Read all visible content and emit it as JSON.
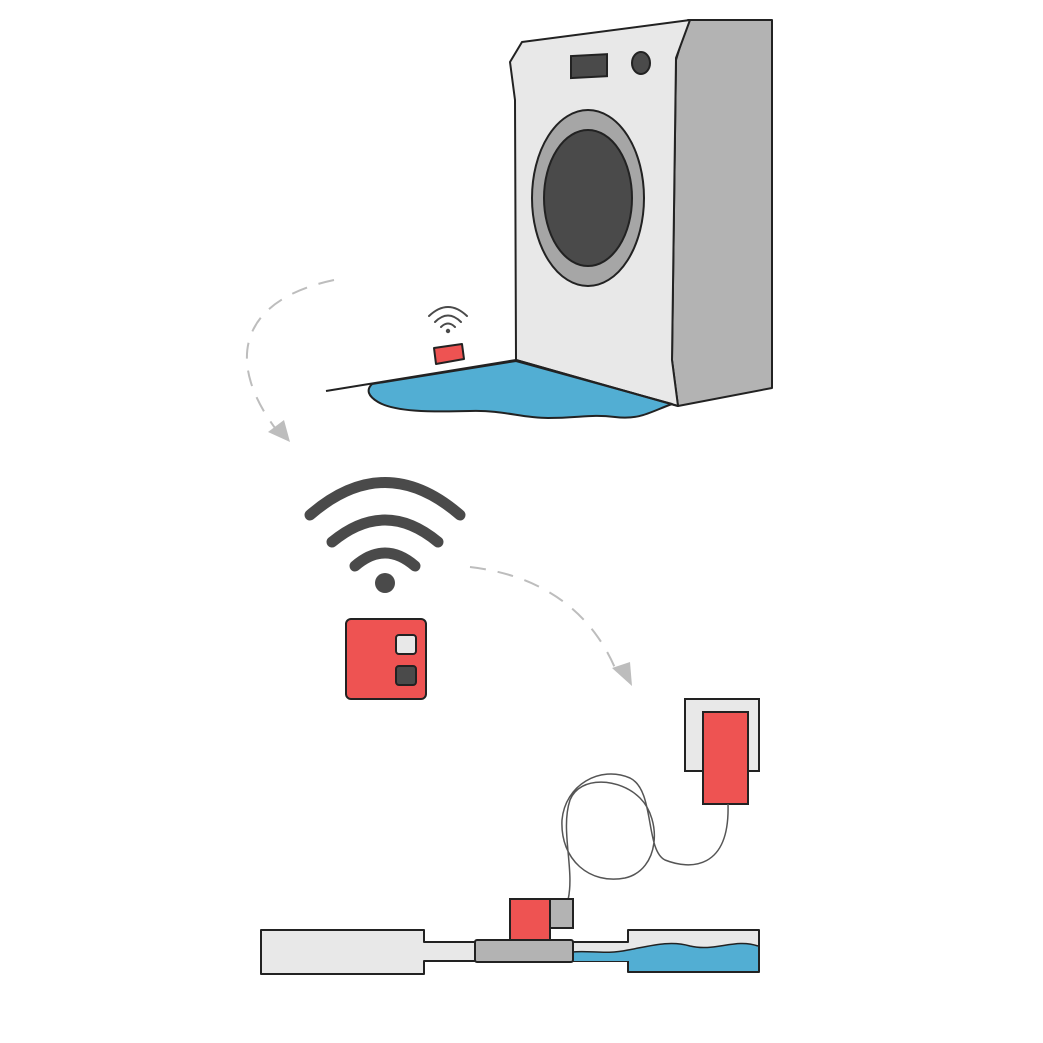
{
  "diagram": {
    "type": "illustration",
    "elements": [
      {
        "name": "washing-machine",
        "icon": "washing-machine-icon"
      },
      {
        "name": "water-puddle",
        "icon": "water-icon"
      },
      {
        "name": "leak-sensor",
        "icon": "sensor-icon"
      },
      {
        "name": "sensor-wifi-signal",
        "icon": "wifi-icon"
      },
      {
        "name": "wireless-signal",
        "icon": "wifi-icon"
      },
      {
        "name": "receiver-hub",
        "icon": "hub-icon"
      },
      {
        "name": "wall-socket-plug",
        "icon": "plug-icon"
      },
      {
        "name": "pipe-valve",
        "icon": "valve-icon"
      },
      {
        "name": "pipe-water",
        "icon": "water-icon"
      }
    ],
    "flow": [
      {
        "from": "leak-sensor",
        "to": "receiver-hub",
        "style": "dashed-arrow"
      },
      {
        "from": "receiver-hub",
        "to": "pipe-valve",
        "style": "dashed-arrow"
      }
    ]
  },
  "colors": {
    "outline": "#222222",
    "machine_front": "#e8e8e8",
    "machine_side": "#b3b3b3",
    "machine_dark": "#4a4a4a",
    "door_ring": "#a6a6a6",
    "water": "#52aed3",
    "device_red": "#ee5352",
    "wifi": "#4a4a4a",
    "arrow": "#bdbdbd",
    "button_light": "#e8e8e8",
    "button_dark": "#4a4a4a",
    "valve_gray": "#b3b3b3",
    "cable": "#555555"
  }
}
